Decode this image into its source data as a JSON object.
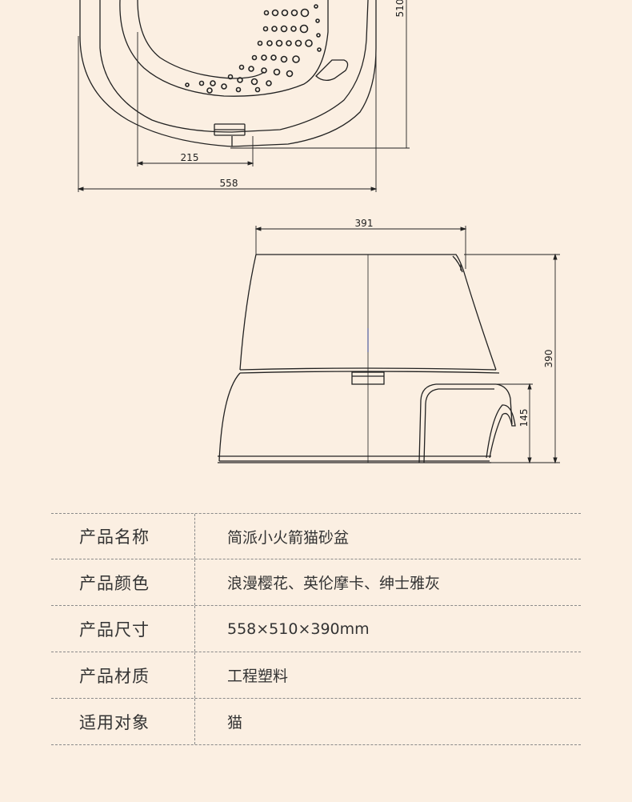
{
  "top_view": {
    "dim_height": "510",
    "dim_width": "558",
    "dim_inner": "215"
  },
  "side_view": {
    "dim_top_width": "391",
    "dim_total_height": "390",
    "dim_step_height": "145"
  },
  "specs": [
    {
      "label": "产品名称",
      "value": "简派小火箭猫砂盆"
    },
    {
      "label": "产品颜色",
      "value": "浪漫樱花、英伦摩卡、绅士雅灰"
    },
    {
      "label": "产品尺寸",
      "value": "558×510×390mm"
    },
    {
      "label": "产品材质",
      "value": "工程塑料"
    },
    {
      "label": "适用对象",
      "value": "猫"
    }
  ]
}
